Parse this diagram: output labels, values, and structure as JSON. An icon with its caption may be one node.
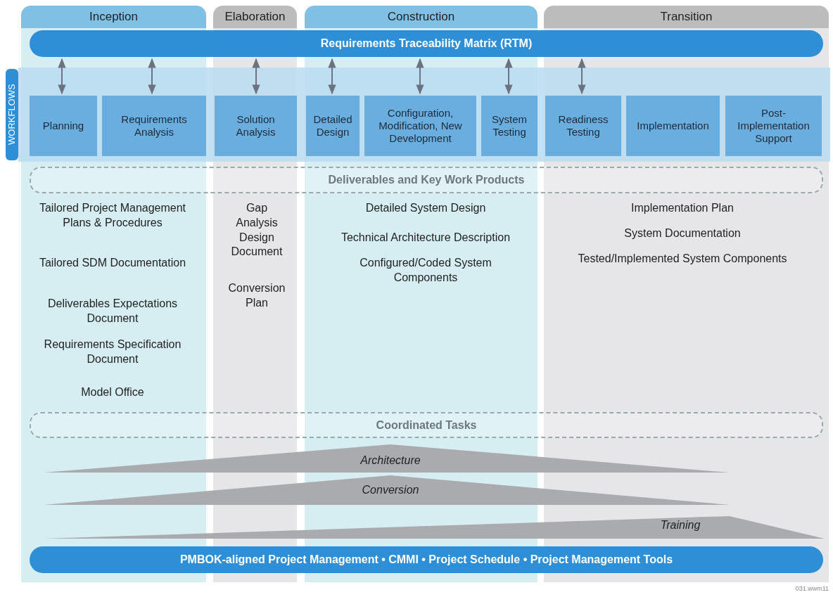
{
  "diagram": {
    "nodes": [
      {
        "text": [
          "Inception"
        ]
      },
      {
        "text": [
          "Elaboration"
        ]
      },
      {
        "text": [
          "Construction"
        ]
      },
      {
        "text": [
          "Transition"
        ]
      },
      {
        "text": [
          "Requirements Traceability Matrix (RTM)"
        ]
      },
      {
        "text": [
          "WORKFLOWS"
        ]
      },
      {
        "text": [
          "Planning"
        ]
      },
      {
        "text": [
          "Requirements Analysis"
        ]
      },
      {
        "text": [
          "Solution Analysis"
        ]
      },
      {
        "text": [
          "Detailed Design"
        ]
      },
      {
        "text": [
          "Configuration, Modification, New Development"
        ]
      },
      {
        "text": [
          "System Testing"
        ]
      },
      {
        "text": [
          "Readiness Testing"
        ]
      },
      {
        "text": [
          "Implementation"
        ]
      },
      {
        "text": [
          "Post-Implementation Support"
        ]
      },
      {
        "text": [
          "Deliverables and Key Work Products"
        ]
      },
      {
        "text": [
          "Coordinated Tasks"
        ]
      },
      {
        "text": [
          "Architecture"
        ]
      },
      {
        "text": [
          "Conversion"
        ]
      },
      {
        "text": [
          "Training"
        ]
      },
      {
        "text": [
          "PMBOK-aligned Project Management • CMMI • Project Schedule • Project Management Tools"
        ]
      }
    ],
    "edges": [
      {
        "from": 4,
        "to": 6,
        "arrow": "both"
      },
      {
        "from": 4,
        "to": 7,
        "arrow": "both"
      },
      {
        "from": 4,
        "to": 8,
        "arrow": "both"
      },
      {
        "from": 4,
        "to": 9,
        "arrow": "both"
      },
      {
        "from": 4,
        "to": 10,
        "arrow": "both"
      },
      {
        "from": 4,
        "to": 11,
        "arrow": "both"
      },
      {
        "from": 4,
        "to": 12,
        "arrow": "both"
      }
    ],
    "labels": [
      "Tailored Project Management Plans & Procedures",
      "Gap Analysis Design Document",
      "Detailed System Design",
      "Implementation Plan",
      "Technical Architecture Description",
      "System Documentation",
      "Tailored SDM Documentation",
      "Configured/Coded System Components",
      "Tested/Implemented System Components",
      "Conversion Plan",
      "Deliverables Expectations Document",
      "Requirements Specification Document",
      "Model Office",
      "031.wwm11"
    ]
  }
}
